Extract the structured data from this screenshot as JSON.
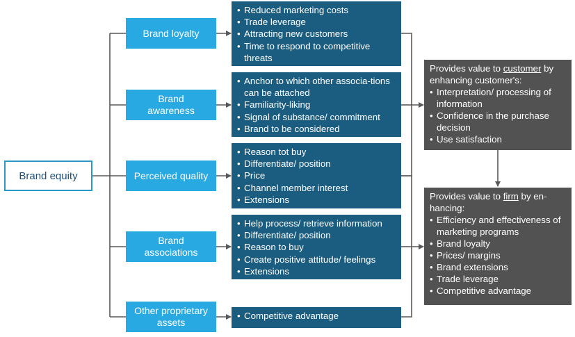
{
  "root": {
    "label": "Brand equity"
  },
  "dimensions": [
    {
      "label": "Brand loyalty",
      "details": [
        "Reduced marketing costs",
        "Trade leverage",
        "Attracting new customers",
        "Time to respond to competitive threats"
      ]
    },
    {
      "label": "Brand\nawareness",
      "details": [
        "Anchor to which other associa-tions can be attached",
        "Familiarity-liking",
        "Signal of substance/ commitment",
        "Brand to be considered"
      ]
    },
    {
      "label": "Perceived quality",
      "details": [
        "Reason tot buy",
        "Differentiate/ position",
        "Price",
        "Channel member interest",
        "Extensions"
      ]
    },
    {
      "label": "Brand\nassociations",
      "details": [
        "Help process/ retrieve information",
        "Differentiate/ position",
        "Reason to buy",
        "Create positive attitude/ feelings",
        "Extensions"
      ]
    },
    {
      "label": "Other proprietary\nassets",
      "details": [
        "Competitive advantage"
      ]
    }
  ],
  "customer_value": {
    "lead_pre": "Provides value to ",
    "lead_key": "customer",
    "lead_post": " by enhancing customer's:",
    "items": [
      "Interpretation/ processing of information",
      "Confidence in the purchase decision",
      "Use satisfaction"
    ]
  },
  "firm_value": {
    "lead_pre": "Provides value to ",
    "lead_key": "firm",
    "lead_post": " by en-hancing:",
    "items": [
      "Efficiency and effectiveness of marketing programs",
      "Brand loyalty",
      "Prices/ margins",
      "Brand extensions",
      "Trade leverage",
      "Competitive advantage"
    ]
  },
  "colors": {
    "dimension_fill": "#29a9e1",
    "detail_fill": "#1a5d80",
    "value_fill": "#525252",
    "connector": "#595959",
    "root_border": "#2a97c9"
  }
}
